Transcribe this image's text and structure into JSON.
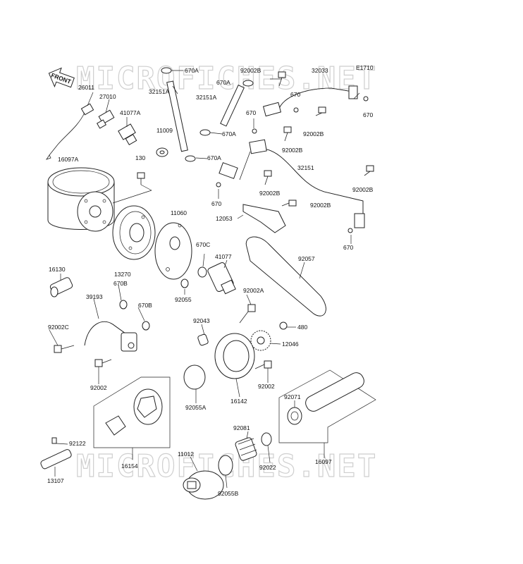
{
  "diagram": {
    "code": "E1710",
    "front_label": "FRONT",
    "watermarks": [
      "MICROFICHES.NET",
      "MICROFICHES.NET"
    ],
    "labels": {
      "p670A_1": "670A",
      "p92002B_1": "92002B",
      "p32033": "32033",
      "p26011": "26011",
      "p27010": "27010",
      "p41077A": "41077A",
      "p32151A_1": "32151A",
      "p670A_2": "670A",
      "p32151A_2": "32151A",
      "p670_1": "670",
      "p670_2": "670",
      "p11009": "11009",
      "p670A_3": "670A",
      "p670_3": "670",
      "p92002B_2": "92002B",
      "p670A_4": "670A",
      "p92002B_3": "92002B",
      "p16097A": "16097A",
      "p130": "130",
      "p32151": "32151",
      "p92002B_4": "92002B",
      "p92002B_5": "92002B",
      "p670_4": "670",
      "p92002B_6": "92002B",
      "p11060": "11060",
      "p12053": "12053",
      "p670_5": "670",
      "p670C": "670C",
      "p41077": "41077",
      "p92057": "92057",
      "p16130": "16130",
      "p13270": "13270",
      "p670B_1": "670B",
      "p92055": "92055",
      "p92002A": "92002A",
      "p39193": "39193",
      "p670B_2": "670B",
      "p92043": "92043",
      "p480": "480",
      "p92002C": "92002C",
      "p12046": "12046",
      "p92002_1": "92002",
      "p92002_2": "92002",
      "p92055A": "92055A",
      "p16142": "16142",
      "p92071": "92071",
      "p92081": "92081",
      "p92122": "92122",
      "p11012": "11012",
      "p92022": "92022",
      "p16154": "16154",
      "p16097": "16097",
      "p13107": "13107",
      "p92055B": "92055B"
    }
  }
}
